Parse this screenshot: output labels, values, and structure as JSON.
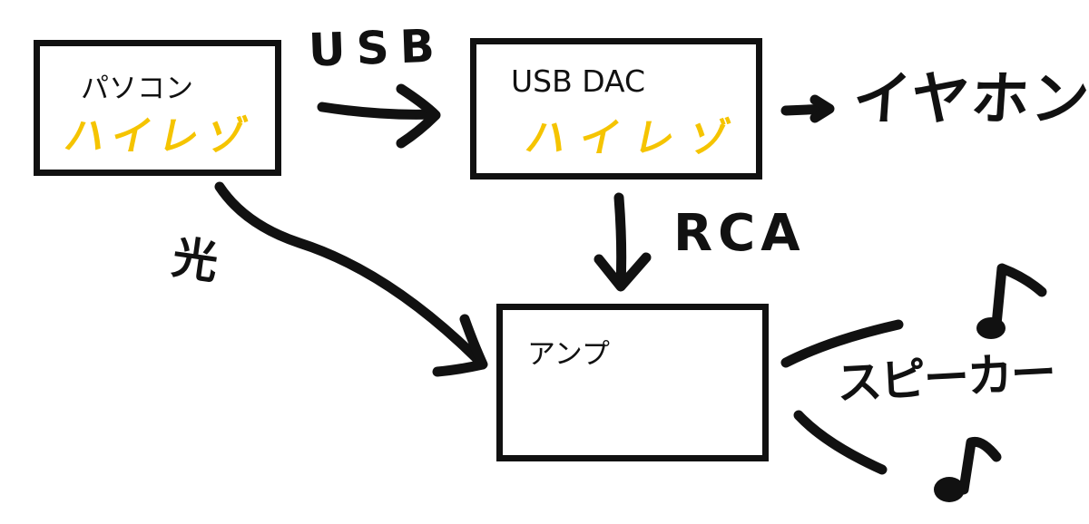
{
  "nodes": {
    "pc": {
      "title": "パソコン",
      "hires": "ハイレゾ"
    },
    "dac": {
      "title": "USB DAC",
      "hires": "ハイレゾ"
    },
    "amp": {
      "title": "アンプ"
    }
  },
  "edges": {
    "usb": "USB",
    "rca": "RCA",
    "optical": "光"
  },
  "outputs": {
    "earphone": "イヤホン",
    "speaker": "スピーカー"
  },
  "icons": {
    "music_note_top": "music-note-icon",
    "music_note_bottom": "music-note-icon"
  },
  "colors": {
    "ink": "#111111",
    "hires": "#f5c400",
    "background": "#ffffff"
  }
}
